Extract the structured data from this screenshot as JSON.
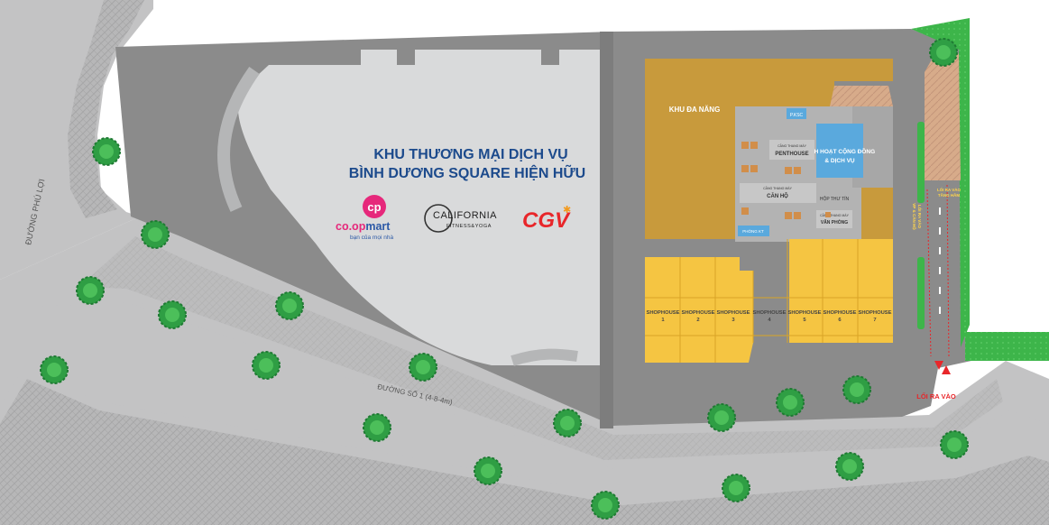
{
  "mall": {
    "title_line1": "KHU THƯƠNG MẠI DỊCH VỤ",
    "title_line2": "BÌNH DƯƠNG SQUARE HIỆN HỮU",
    "logos": {
      "coop": {
        "mark": "cp",
        "name_part1": "co.op",
        "name_part2": "mart",
        "tagline": "bạn của mọi nhà"
      },
      "california": {
        "name": "CALIFORNIA",
        "sub": "FITNESS&YOGA"
      },
      "cgv": {
        "name": "CGV"
      }
    }
  },
  "roads": {
    "phu_loi": "ĐƯỜNG PHÚ LỢI",
    "so_1": "ĐƯỜNG SỐ 1 (4-8-4m)"
  },
  "zones": {
    "da_nang": "KHU ĐA NĂNG",
    "panic": "P.KSC",
    "penthouse_small": "CẦNG THANG MÁY",
    "penthouse": "PENTHOUSE",
    "community_1": "SINH HOẠT CỘNG ĐỒNG",
    "community_2": "& DỊCH VỤ",
    "canho_small": "CẦNG THANG MÁY",
    "canho": "CĂN HỘ",
    "hop_thu": "HỘP THƯ TÍN",
    "vanphong_small": "CẦNG THANG MÁY",
    "vanphong": "VĂN PHÒNG",
    "phong_ky": "PHÒNG KT"
  },
  "shophouses": [
    {
      "label": "SHOPHOUSE",
      "num": "1"
    },
    {
      "label": "SHOPHOUSE",
      "num": "2"
    },
    {
      "label": "SHOPHOUSE",
      "num": "3"
    },
    {
      "label": "SHOPHOUSE",
      "num": "4"
    },
    {
      "label": "SHOPHOUSE",
      "num": "5"
    },
    {
      "label": "SHOPHOUSE",
      "num": "6"
    },
    {
      "label": "SHOPHOUSE",
      "num": "7"
    }
  ],
  "access": {
    "entry_exit": "LỐI RA VÀO",
    "basement_1": "LỐI RA VÀO",
    "basement_2": "TẦNG HẦM",
    "ramp_1": "LỐI RA VÀO",
    "ramp_2": "VP & CĂN HỘ"
  },
  "colors": {
    "lot": "#8b8b8b",
    "road": "#c3c3c4",
    "mall": "#d9dadb",
    "da_nang": "#c89a3c",
    "shophouse": "#f5c542",
    "community": "#5aa9dd",
    "grass": "#3db54a",
    "red": "#e8262a",
    "title_blue": "#1c4a8c"
  }
}
